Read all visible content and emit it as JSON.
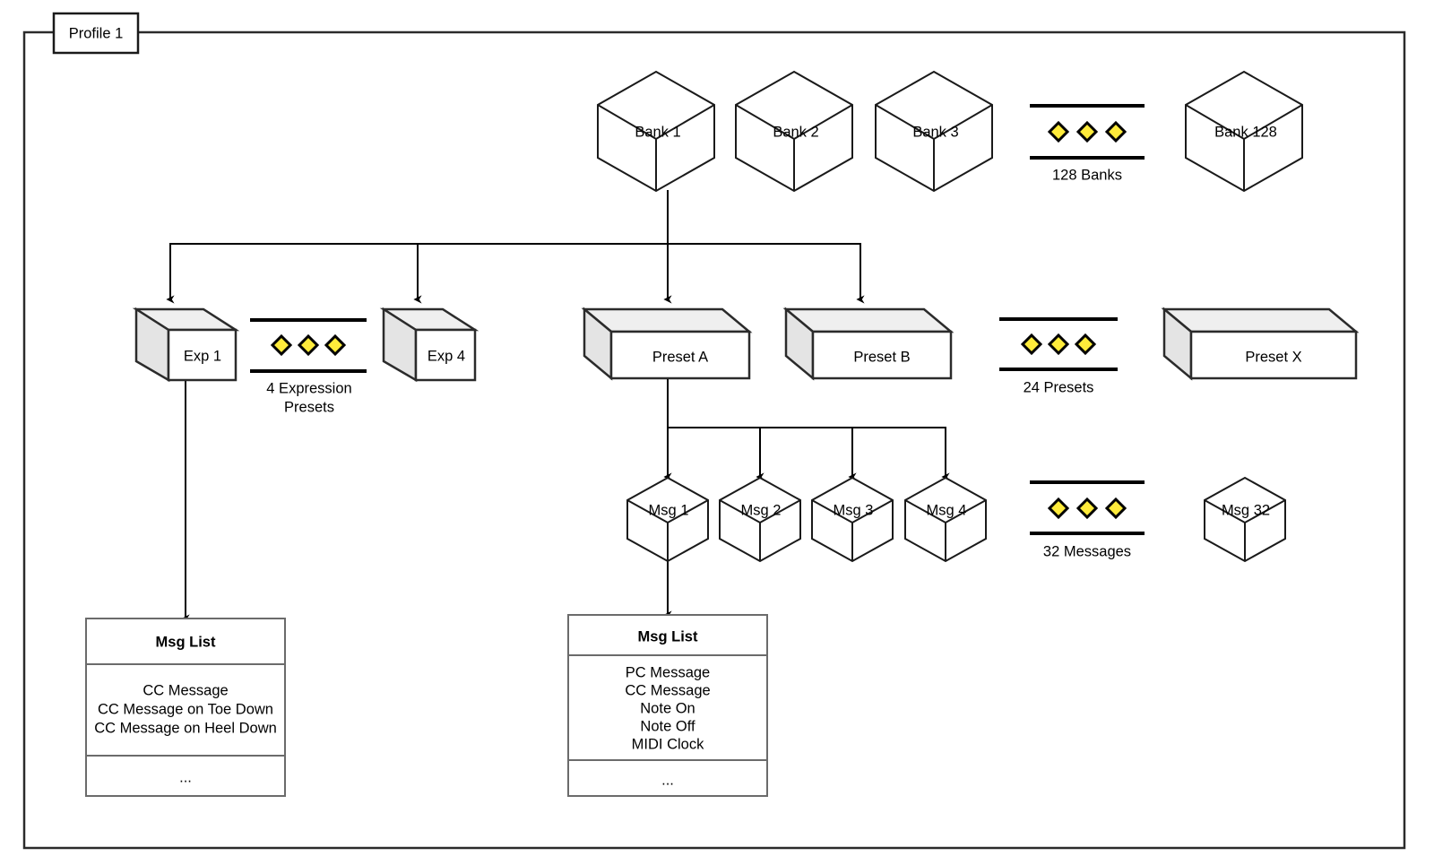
{
  "frame": {
    "tag_label": "Profile 1",
    "name": "profile-frame"
  },
  "colors": {
    "diamond_fill": "#ffeb3b",
    "diamond_stroke": "#000000",
    "box_front": "#ffffff",
    "box_top": "#efefef",
    "box_side": "#e4e4e4",
    "line": "#000000",
    "frame": "#2b2b2b"
  },
  "banks": {
    "nodes": [
      {
        "label": "Bank 1"
      },
      {
        "label": "Bank 2"
      },
      {
        "label": "Bank 3"
      },
      {
        "label": "Bank 128"
      }
    ],
    "ellipsis_caption": "128 Banks"
  },
  "expressions": {
    "nodes": [
      {
        "label": "Exp 1"
      },
      {
        "label": "Exp 4"
      }
    ],
    "ellipsis_caption_line1": "4 Expression",
    "ellipsis_caption_line2": "Presets"
  },
  "presets": {
    "nodes": [
      {
        "label": "Preset A"
      },
      {
        "label": "Preset B"
      },
      {
        "label": "Preset X"
      }
    ],
    "ellipsis_caption": "24 Presets"
  },
  "messages": {
    "nodes": [
      {
        "label": "Msg 1"
      },
      {
        "label": "Msg 2"
      },
      {
        "label": "Msg 3"
      },
      {
        "label": "Msg 4"
      },
      {
        "label": "Msg 32"
      }
    ],
    "ellipsis_caption": "32 Messages"
  },
  "exp_msg_list": {
    "title": "Msg List",
    "items": [
      "CC Message",
      "CC Message on Toe Down",
      "CC Message on Heel Down"
    ],
    "more": "..."
  },
  "preset_msg_list": {
    "title": "Msg List",
    "items": [
      "PC Message",
      "CC Message",
      "Note On",
      "Note Off",
      "MIDI Clock"
    ],
    "more": "..."
  }
}
